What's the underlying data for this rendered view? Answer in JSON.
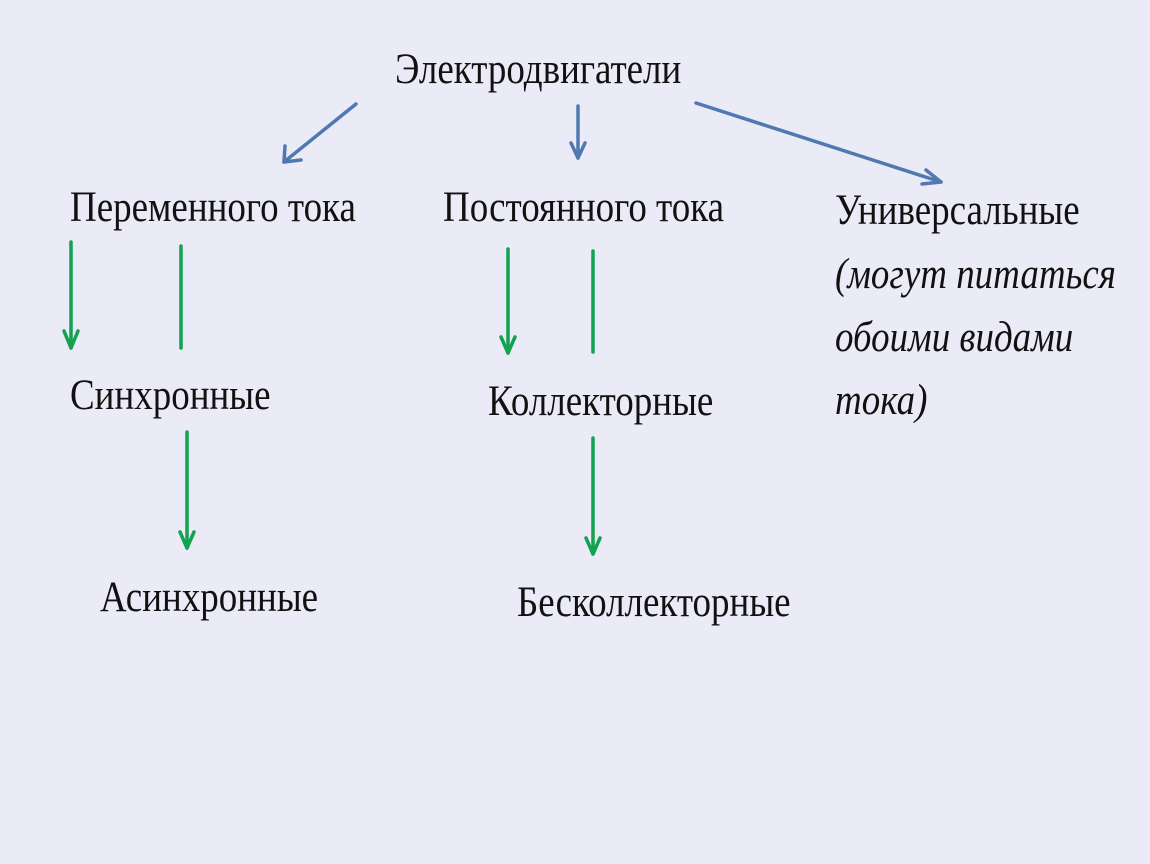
{
  "root": "Электродвигатели",
  "branches": {
    "ac": {
      "title": "Переменного тока",
      "child1": "Синхронные",
      "child2": "Асинхронные"
    },
    "dc": {
      "title": "Постоянного тока",
      "child1": "Коллекторные",
      "child2": "Бесколлекторные"
    },
    "universal": {
      "title": "Универсальные",
      "note": "(могут питаться обоими видами тока)"
    }
  },
  "colors": {
    "background": "#ebebf8",
    "blue_arrow": "#4f79b0",
    "green_arrow": "#13a24f",
    "text": "#111111"
  }
}
